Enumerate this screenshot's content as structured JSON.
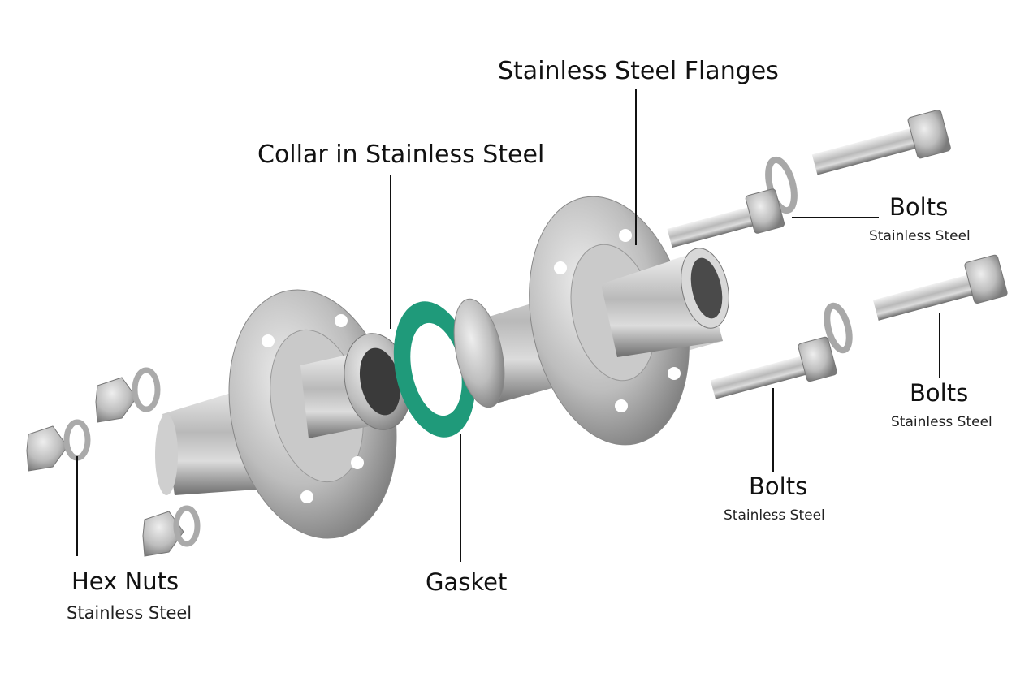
{
  "labels": {
    "flanges": "Stainless Steel Flanges",
    "collar": "Collar in Stainless Steel",
    "bolts_top": {
      "title": "Bolts",
      "sub": "Stainless Steel"
    },
    "bolts_right": {
      "title": "Bolts",
      "sub": "Stainless Steel"
    },
    "bolts_bottom": {
      "title": "Bolts",
      "sub": "Stainless Steel"
    },
    "hex_nuts": {
      "title": "Hex Nuts",
      "sub": "Stainless Steel"
    },
    "gasket": "Gasket"
  },
  "colors": {
    "gasket": "#1f9a7a",
    "steel_light": "#e6e6e6",
    "steel_dark": "#7a7a7a"
  }
}
